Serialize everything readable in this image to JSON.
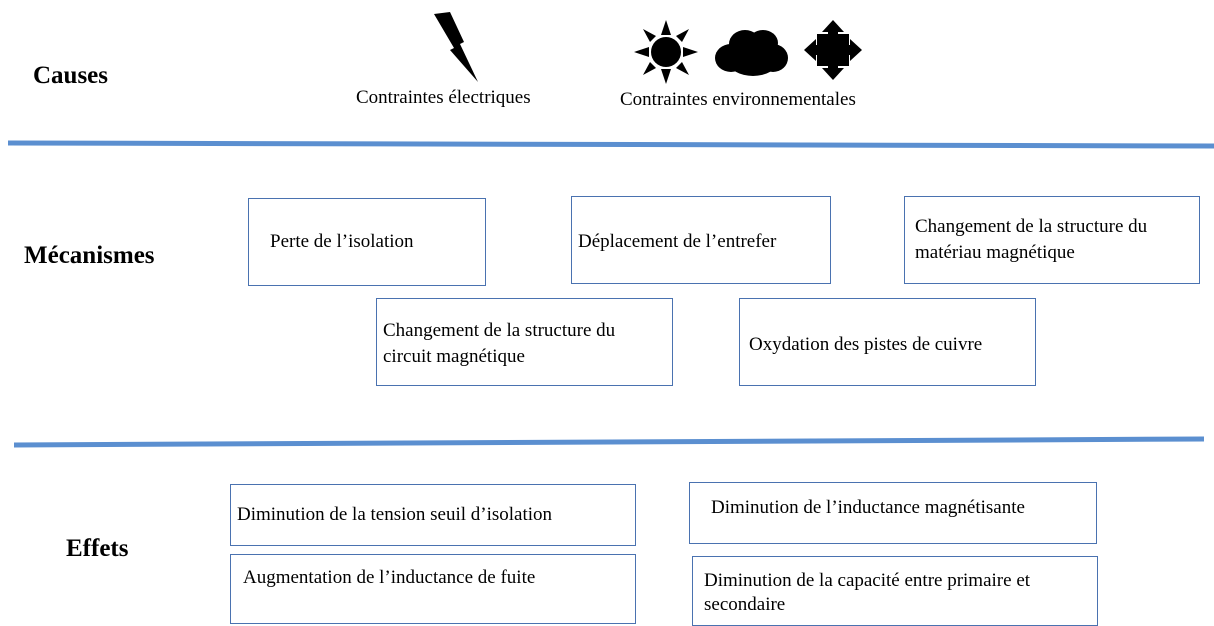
{
  "sections": {
    "causes": "Causes",
    "mecanismes": "Mécanismes",
    "effets": "Effets"
  },
  "causes": {
    "electrical_label": "Contraintes électriques",
    "environmental_label": "Contraintes environnementales",
    "icons": [
      "lightning-icon",
      "sun-icon",
      "cloud-icon",
      "four-way-arrows-icon"
    ]
  },
  "mecanismes": {
    "perte_isolation": "Perte de l’isolation",
    "deplacement_entrefer": "Déplacement de l’entrefer",
    "structure_materiau": [
      "Changement de la structure du",
      "matériau magnétique"
    ],
    "structure_circuit": [
      "Changement de la structure du",
      "circuit magnétique"
    ],
    "oxydation": "Oxydation des pistes de cuivre"
  },
  "effets": {
    "tension_seuil": "Diminution de la tension seuil d’isolation",
    "inductance_magnetisante": "Diminution de l’inductance magnétisante",
    "inductance_fuite": "Augmentation de l’inductance de fuite",
    "capacite": [
      "Diminution de la capacité entre primaire et",
      "secondaire"
    ]
  },
  "colors": {
    "divider": "#5b8fd0",
    "box_border": "#4a72b0"
  }
}
